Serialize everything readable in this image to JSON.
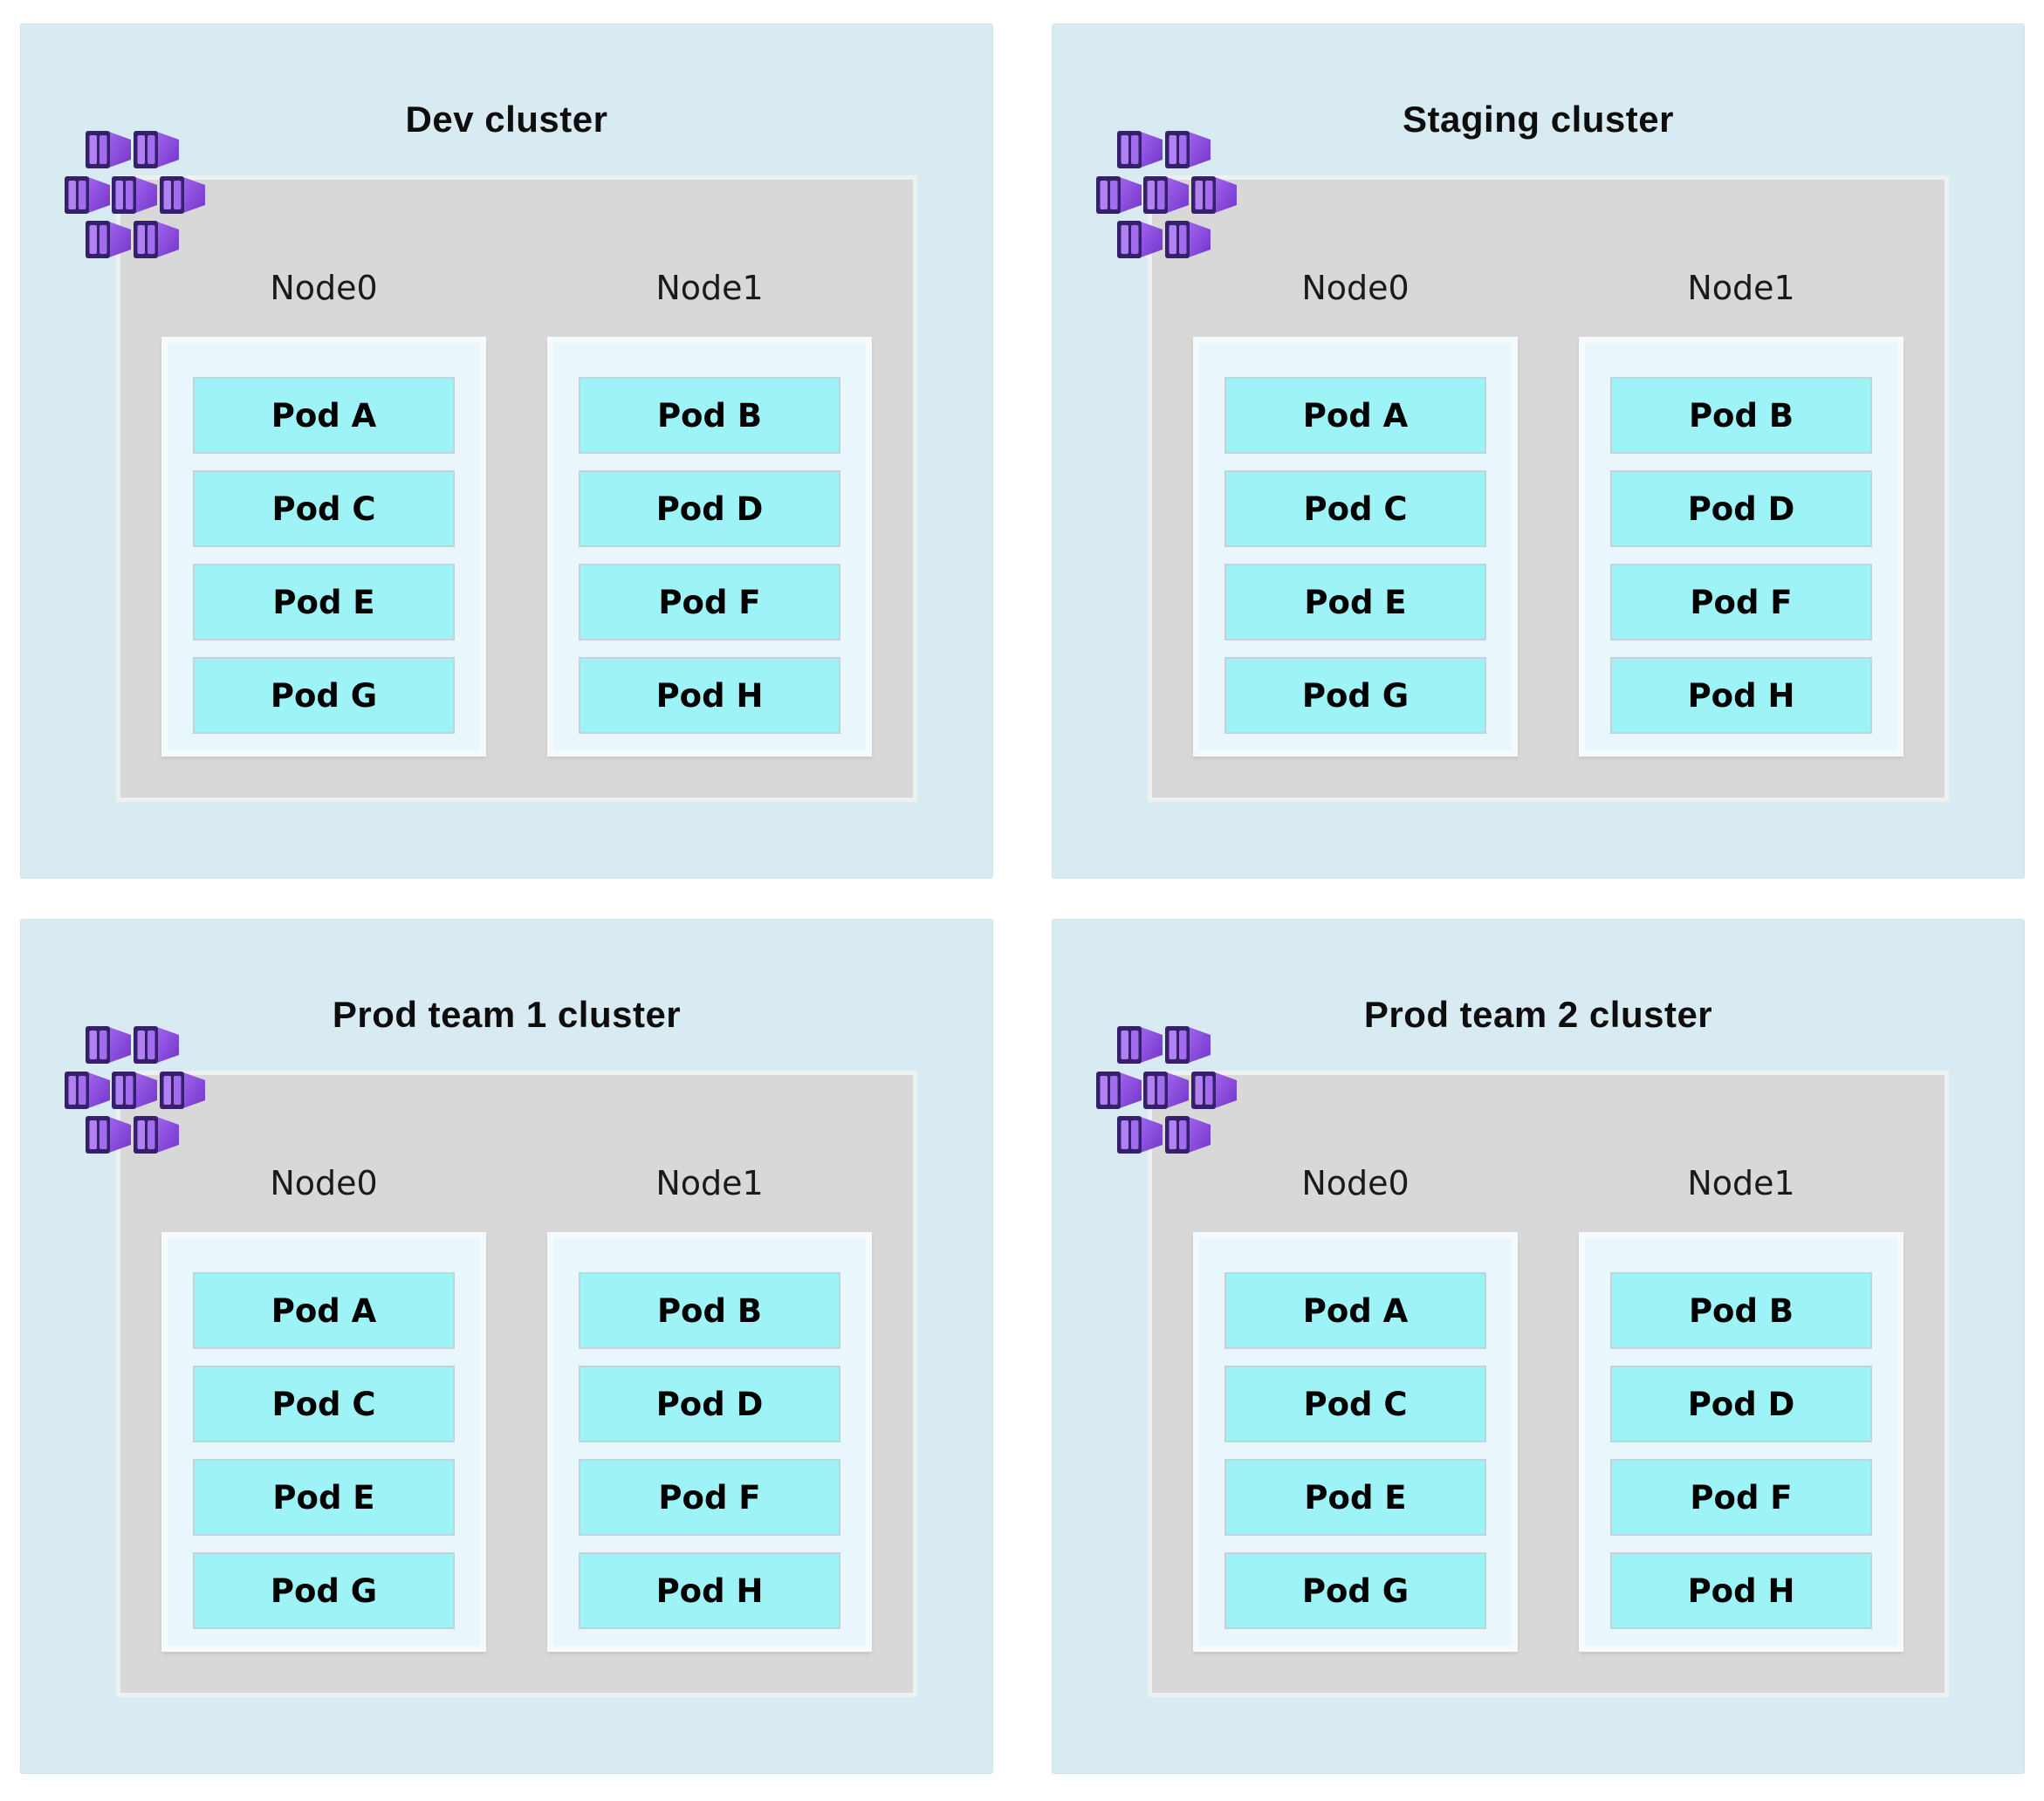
{
  "clusters": [
    {
      "title": "Dev cluster",
      "icon": "containers-cluster-icon",
      "nodes": [
        {
          "label": "Node0",
          "pods": [
            "Pod A",
            "Pod C",
            "Pod E",
            "Pod G"
          ]
        },
        {
          "label": "Node1",
          "pods": [
            "Pod B",
            "Pod D",
            "Pod F",
            "Pod H"
          ]
        }
      ]
    },
    {
      "title": "Staging cluster",
      "icon": "containers-cluster-icon",
      "nodes": [
        {
          "label": "Node0",
          "pods": [
            "Pod A",
            "Pod C",
            "Pod E",
            "Pod G"
          ]
        },
        {
          "label": "Node1",
          "pods": [
            "Pod B",
            "Pod D",
            "Pod F",
            "Pod H"
          ]
        }
      ]
    },
    {
      "title": "Prod team 1 cluster",
      "icon": "containers-cluster-icon",
      "nodes": [
        {
          "label": "Node0",
          "pods": [
            "Pod A",
            "Pod C",
            "Pod E",
            "Pod G"
          ]
        },
        {
          "label": "Node1",
          "pods": [
            "Pod B",
            "Pod D",
            "Pod F",
            "Pod H"
          ]
        }
      ]
    },
    {
      "title": "Prod team 2 cluster",
      "icon": "containers-cluster-icon",
      "nodes": [
        {
          "label": "Node0",
          "pods": [
            "Pod A",
            "Pod C",
            "Pod E",
            "Pod G"
          ]
        },
        {
          "label": "Node1",
          "pods": [
            "Pod B",
            "Pod D",
            "Pod F",
            "Pod H"
          ]
        }
      ]
    }
  ],
  "colors": {
    "cluster_bg": "#d9ebf2",
    "node_area_bg": "#d8d8d8",
    "node_box_bg": "#e9f6fb",
    "pod_bg": "#9ef3f6",
    "pod_border": "#bfd5de",
    "icon_dark_purple": "#35206b",
    "icon_light_purple": "#b181f1",
    "icon_side_purple": "#7435cc"
  }
}
